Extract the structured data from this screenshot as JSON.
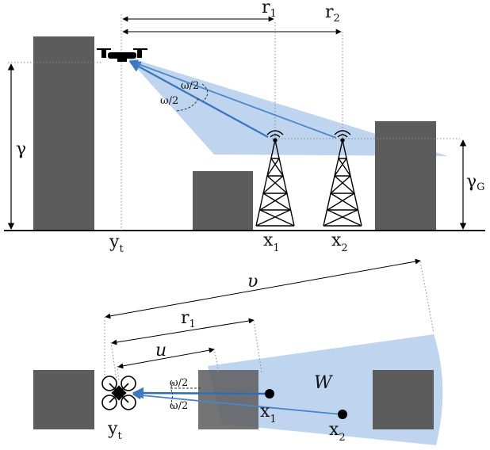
{
  "colors": {
    "building": "#5c5c5c",
    "ground": "#111111",
    "beam_fill": "#a9c6ea",
    "beam_line": "#4a86c8",
    "dotted_guide": "#888888",
    "marker": "#000000"
  },
  "top": {
    "labels": {
      "gamma": "γ",
      "gamma_g_main": "γ",
      "gamma_g_sub": "G",
      "yt_main": "y",
      "yt_sub": "t",
      "x1_main": "x",
      "x1_sub": "1",
      "x2_main": "x",
      "x2_sub": "2",
      "r1_main": "r",
      "r1_sub": "1",
      "r2_main": "r",
      "r2_sub": "2",
      "half_angle_a": "ω/2",
      "half_angle_b": "ω/2"
    }
  },
  "bottom": {
    "labels": {
      "v": "υ",
      "r1_main": "r",
      "r1_sub": "1",
      "u": "u",
      "region": "W",
      "yt_main": "y",
      "yt_sub": "t",
      "x1_main": "x",
      "x1_sub": "1",
      "x2_main": "x",
      "x2_sub": "2",
      "half_angle_a": "ω/2",
      "half_angle_b": "ω/2"
    }
  }
}
